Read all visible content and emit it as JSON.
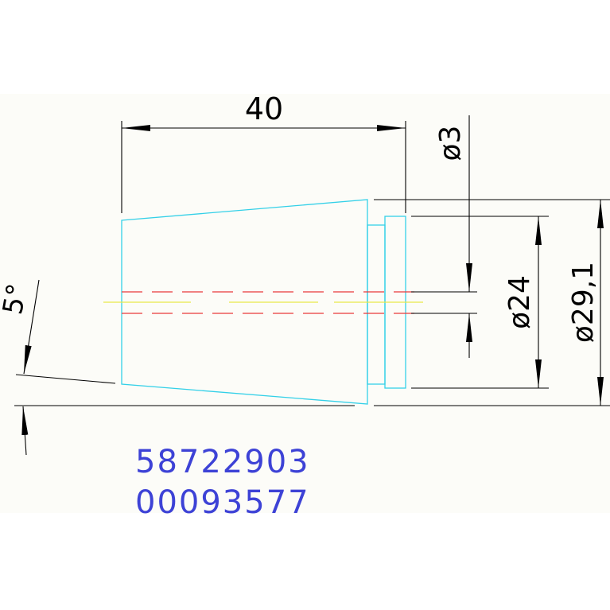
{
  "drawing": {
    "colors": {
      "sheet": "#fcfcf8",
      "dimension": "#000000",
      "outline": "#33d0e8",
      "hidden_line": "#e83a3a",
      "center_line": "#e8e84a",
      "part_code": "#3d42d6"
    },
    "dimensions": {
      "length": "40",
      "hole": "ø3",
      "inner_diameter": "ø24",
      "outer_diameter": "ø29,1",
      "angle": "5°"
    },
    "part_numbers": [
      "58722903",
      "00093577"
    ]
  }
}
